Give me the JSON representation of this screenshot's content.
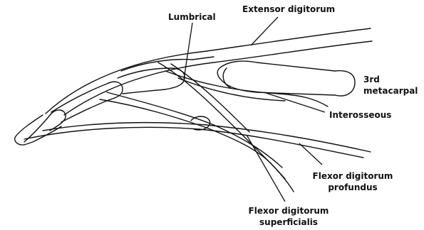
{
  "labels": {
    "extensor": "Extensor digitorum",
    "lumbrical": "Lumbrical",
    "metacarpal_line1": "3rd",
    "metacarpal_line2": "metacarpal",
    "interosseous": "Interosseous",
    "fdp_line1": "Flexor digitorum",
    "fdp_line2": "profundus",
    "fds_line1": "Flexor digitorum",
    "fds_line2": "superficialis"
  },
  "colors": {
    "ink": "#111111",
    "background": "#ffffff"
  }
}
